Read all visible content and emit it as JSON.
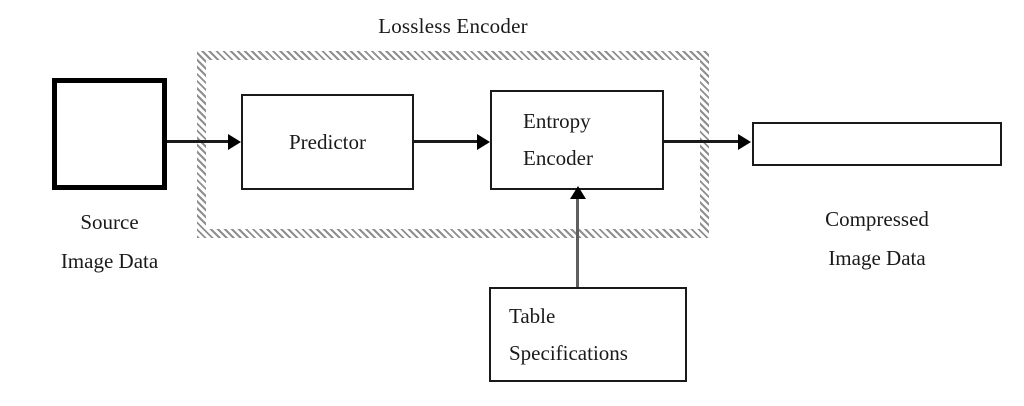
{
  "diagram": {
    "title": "Lossless Encoder",
    "type": "block-diagram",
    "region": {
      "label": "Lossless Encoder",
      "border_style": "diagonal-hatched",
      "border_color": "#8f8f8f"
    },
    "nodes": {
      "source_image": {
        "name": "source-image-box",
        "shape": "thick-square",
        "border_color": "#000000",
        "caption_line1": "Source",
        "caption_line2": "Image Data"
      },
      "predictor": {
        "name": "predictor-box",
        "shape": "rectangle",
        "border_color": "#1a1a1a",
        "label": "Predictor"
      },
      "entropy_encoder": {
        "name": "entropy-encoder-box",
        "shape": "rectangle",
        "border_color": "#1a1a1a",
        "label_line1": "Entropy",
        "label_line2": "Encoder"
      },
      "table_specifications": {
        "name": "table-specifications-box",
        "shape": "rectangle",
        "border_color": "#1a1a1a",
        "label_line1": "Table",
        "label_line2": "Specifications"
      },
      "compressed_image": {
        "name": "compressed-image-box",
        "shape": "wide-rectangle",
        "border_color": "#1a1a1a",
        "caption_line1": "Compressed",
        "caption_line2": "Image Data"
      }
    },
    "edges": [
      {
        "name": "source-to-predictor",
        "from": "source_image",
        "to": "predictor",
        "direction": "right",
        "style": "solid-arrow",
        "color": "#1a1a1a"
      },
      {
        "name": "predictor-to-entropy",
        "from": "predictor",
        "to": "entropy_encoder",
        "direction": "right",
        "style": "solid-arrow",
        "color": "#1a1a1a"
      },
      {
        "name": "entropy-to-compressed",
        "from": "entropy_encoder",
        "to": "compressed_image",
        "direction": "right",
        "style": "solid-arrow",
        "color": "#1a1a1a"
      },
      {
        "name": "table-to-entropy",
        "from": "table_specifications",
        "to": "entropy_encoder",
        "direction": "up",
        "style": "solid-arrow",
        "color": "#5f5f5f"
      }
    ]
  }
}
